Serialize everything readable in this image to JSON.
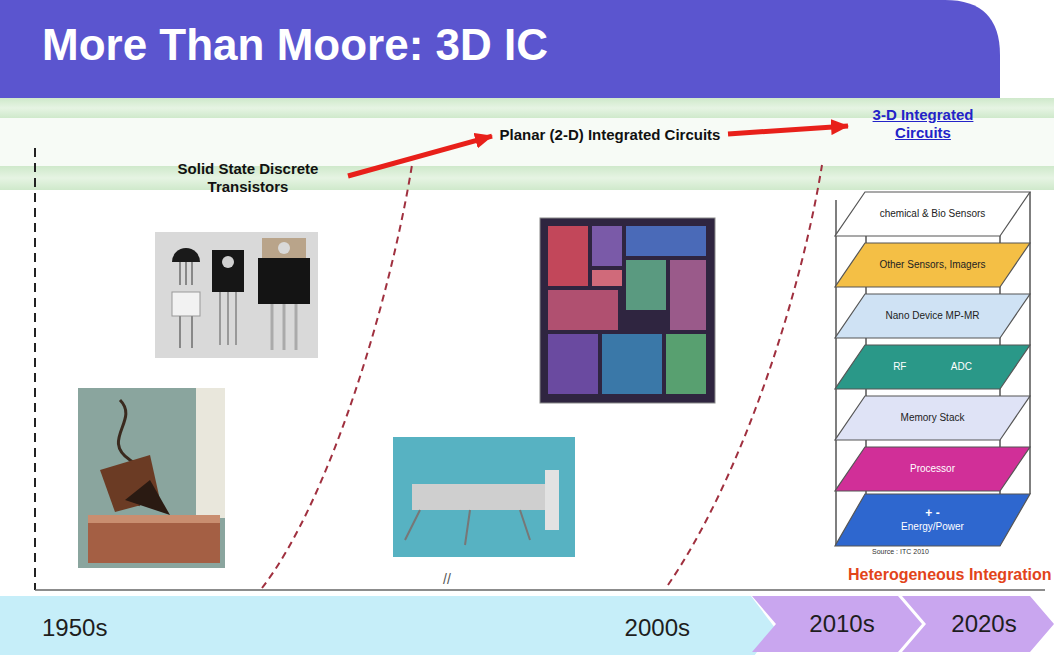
{
  "diagram": {
    "title": "More Than Moore: 3D IC",
    "nodes": [
      {
        "text": [
          "Solid State Discrete Transistors"
        ]
      },
      {
        "text": [
          "Planar (2-D) Integrated Circuits"
        ]
      },
      {
        "text": [
          "3-D Integrated Circuits"
        ]
      },
      {
        "text": [
          "chemical & Bio Sensors"
        ]
      },
      {
        "text": [
          "Other Sensors, Imagers"
        ]
      },
      {
        "text": [
          "Nano Device MP-MR"
        ]
      },
      {
        "text": [
          "RF",
          "ADC"
        ]
      },
      {
        "text": [
          "Memory Stack"
        ]
      },
      {
        "text": [
          "Processor"
        ]
      },
      {
        "text": [
          "+ -",
          "Energy/Power"
        ]
      },
      {
        "text": [
          "1950s",
          "2000s"
        ]
      },
      {
        "text": [
          "2010s"
        ]
      },
      {
        "text": [
          "2020s"
        ]
      }
    ],
    "edges": [
      {
        "from": 0,
        "to": 1,
        "arrow": "to"
      },
      {
        "from": 1,
        "to": 2,
        "arrow": "to"
      }
    ],
    "labels": [
      "Heterogeneous Integration",
      "//",
      "Source : ITC 2010"
    ]
  }
}
